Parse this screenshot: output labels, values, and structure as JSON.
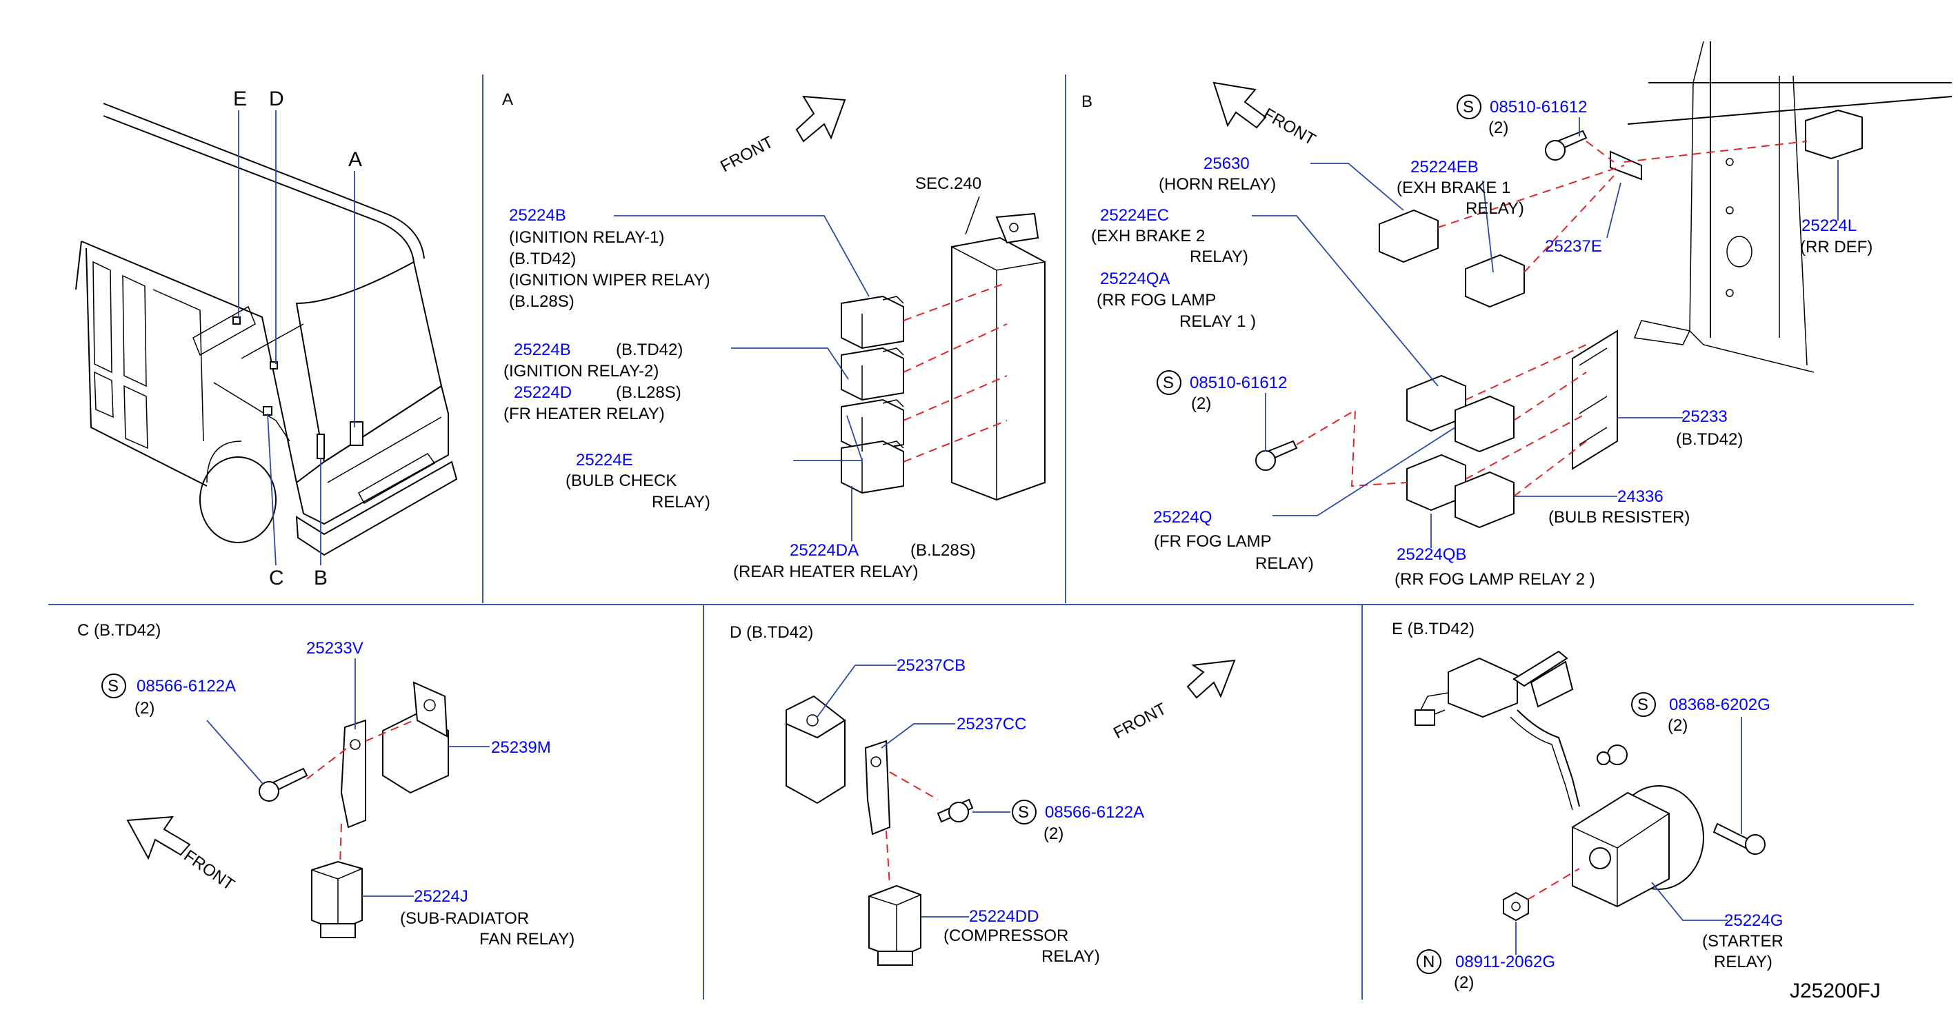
{
  "diagram_id": "J25200FJ",
  "panels": {
    "overview": {
      "labels": [
        "E",
        "D",
        "A",
        "C",
        "B"
      ]
    },
    "A": {
      "title": "A",
      "front": "FRONT",
      "sec": "SEC.240",
      "c1_pn": "25224B",
      "c1_l1": "(IGNITION   RELAY-1)",
      "c1_l2": "(B.TD42)",
      "c1_l3": "(IGNITION   WIPER   RELAY)",
      "c1_l4": "(B.L28S)",
      "c2_pn": "25224B",
      "c2_v": "(B.TD42)",
      "c2_l1": "(IGNITION    RELAY-2)",
      "c3_pn": "25224D",
      "c3_v": "(B.L28S)",
      "c3_l1": "(FR   HEATER   RELAY)",
      "c4_pn": "25224E",
      "c4_l1": "(BULB    CHECK",
      "c4_l2": "RELAY)",
      "c5_pn": "25224DA",
      "c5_v": "(B.L28S)",
      "c5_l1": "(REAR    HEATER    RELAY)"
    },
    "B": {
      "title": "B",
      "front": "FRONT",
      "horn_pn": "25630",
      "horn_l": "(HORN    RELAY)",
      "eb1_pn": "25224EB",
      "eb1_l1": "(EXH    BRAKE    1",
      "eb1_l2": "RELAY)",
      "screw1_mark": "S",
      "screw1_pn": "08510-61612",
      "screw1_q": "(2)",
      "br_pn": "25237E",
      "def_pn": "25224L",
      "def_l": "(RR   DEF)",
      "eb2_pn": "25224EC",
      "eb2_l1": "(EXH    BRAKE    2",
      "eb2_l2": "RELAY)",
      "fog1_pn": "25224QA",
      "fog1_l1": "(RR     FOG     LAMP",
      "fog1_l2": "RELAY    1    )",
      "screw2_mark": "S",
      "screw2_pn": "08510-61612",
      "screw2_q": "(2)",
      "bkt_pn": "25233",
      "bkt_v": "(B.TD42)",
      "fogfr_pn": "25224Q",
      "fogfr_l1": "(FR      FOG      LAMP",
      "fogfr_l2": "RELAY)",
      "res_pn": "24336",
      "res_l": "(BULB       RESISTER)",
      "fog2_pn": "25224QB",
      "fog2_l": "(RR      FOG      LAMP        RELAY    2    )"
    },
    "C": {
      "title": "C (B.TD42)",
      "screw_mark": "S",
      "screw_pn": "08566-6122A",
      "screw_q": "(2)",
      "br_pn": "25233V",
      "cover_pn": "25239M",
      "front": "FRONT",
      "relay_pn": "25224J",
      "relay_l1": "(SUB-RADIATOR",
      "relay_l2": "FAN    RELAY)"
    },
    "D": {
      "title": "D (B.TD42)",
      "cover_pn": "25237CB",
      "br_pn": "25237CC",
      "front": "FRONT",
      "screw_mark": "S",
      "screw_pn": "08566-6122A",
      "screw_q": "(2)",
      "relay_pn": "25224DD",
      "relay_l1": "(COMPRESSOR",
      "relay_l2": "RELAY)"
    },
    "E": {
      "title": "E (B.TD42)",
      "bolt_mark": "S",
      "bolt_pn": "08368-6202G",
      "bolt_q": "(2)",
      "relay_pn": "25224G",
      "relay_l1": "(STARTER",
      "relay_l2": "RELAY)",
      "nut_mark": "N",
      "nut_pn": "08911-2062G",
      "nut_q": "(2)"
    }
  }
}
